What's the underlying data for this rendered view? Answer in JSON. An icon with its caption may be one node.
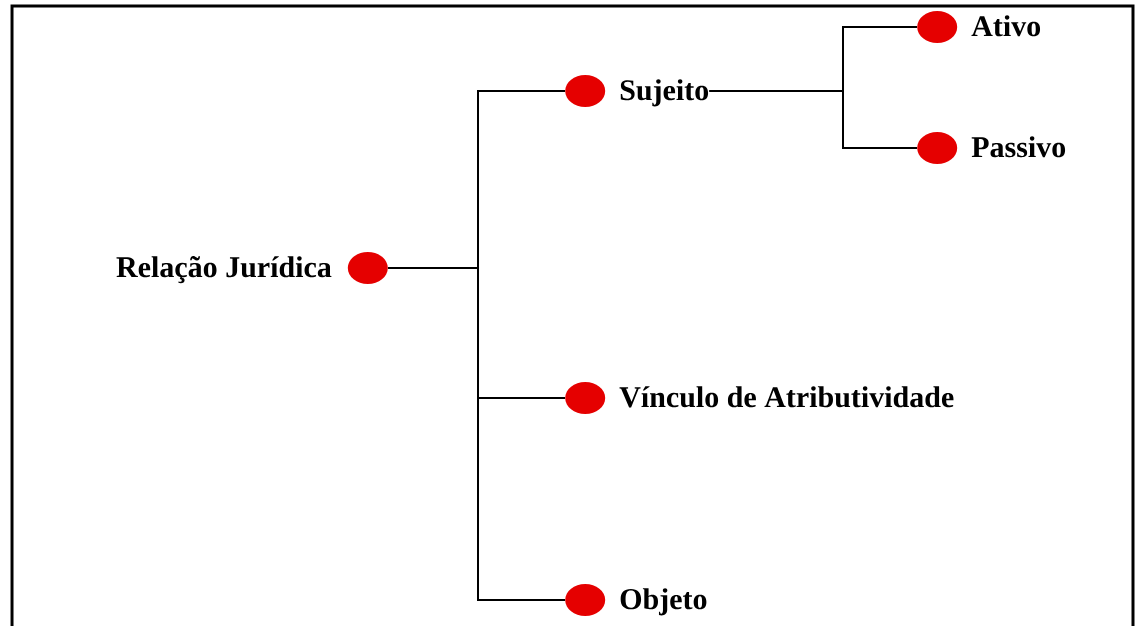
{
  "diagram": {
    "nodes": [
      {
        "text": [
          "Relação Jurídica"
        ]
      },
      {
        "text": [
          "Sujeito"
        ]
      },
      {
        "text": [
          "Ativo"
        ]
      },
      {
        "text": [
          "Passivo"
        ]
      },
      {
        "text": [
          "Vínculo de Atributividade"
        ]
      },
      {
        "text": [
          "Objeto"
        ]
      }
    ],
    "edges": [
      {
        "from": 0,
        "to": 1,
        "arrow": "none"
      },
      {
        "from": 0,
        "to": 4,
        "arrow": "none"
      },
      {
        "from": 0,
        "to": 5,
        "arrow": "none"
      },
      {
        "from": 1,
        "to": 2,
        "arrow": "none"
      },
      {
        "from": 1,
        "to": 3,
        "arrow": "none"
      }
    ]
  }
}
